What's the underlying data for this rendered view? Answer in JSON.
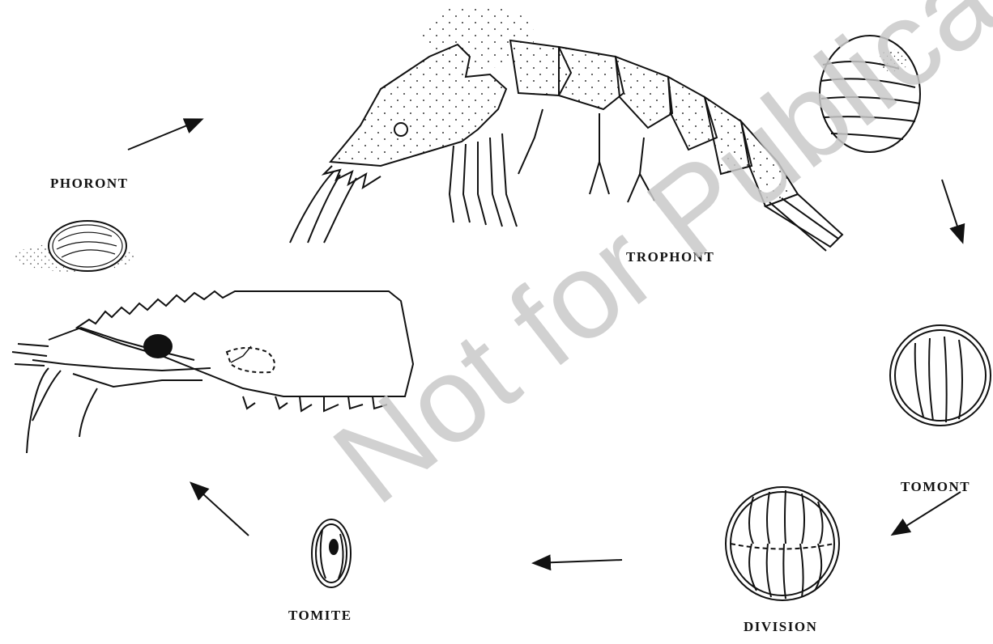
{
  "diagram": {
    "stages": {
      "phoront": "PHORONT",
      "trophont": "TROPHONT",
      "tomont": "TOMONT",
      "division": "DIVISION",
      "tomite": "TOMITE"
    },
    "watermark": "Not for Publication"
  }
}
